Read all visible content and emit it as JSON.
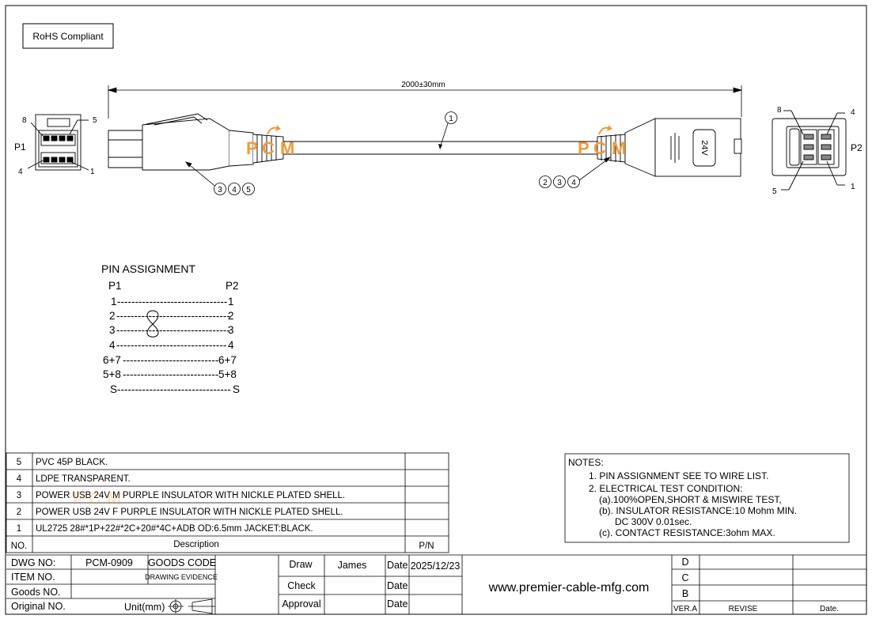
{
  "rohs": "RoHS Compliant",
  "dimension": "2000±30mm",
  "callouts": {
    "c1": "1",
    "c2": "2",
    "c3": "3",
    "c4": "4",
    "c5": "5"
  },
  "connector_p1": {
    "label": "P1",
    "pin_tl": "8",
    "pin_tr": "5",
    "pin_bl": "4",
    "pin_br": "1"
  },
  "connector_p2": {
    "label": "P2",
    "pin_tl": "8",
    "pin_tr": "4",
    "pin_bl": "5",
    "pin_br": "1"
  },
  "housing_label": "24V",
  "logo": {
    "p": "P",
    "c": "C",
    "m": "M"
  },
  "pin_assignment": {
    "title": "PIN  ASSIGNMENT",
    "col_p1": "P1",
    "col_p2": "P2",
    "rows": [
      {
        "left": "1",
        "dashes": "-------------------------------",
        "right": "1"
      },
      {
        "left": "2",
        "dashes": "--------------------------------",
        "right": "2"
      },
      {
        "left": "3",
        "dashes": "--------------------------------",
        "right": "3"
      },
      {
        "left": "4",
        "dashes": "-------------------------------",
        "right": "4"
      },
      {
        "left": "6+7",
        "dashes": "---------------------------",
        "right": "6+7"
      },
      {
        "left": "5+8",
        "dashes": "---------------------------",
        "right": "5+8"
      },
      {
        "left": "S",
        "dashes": "--------------------------------",
        "right": "S"
      }
    ]
  },
  "bom": [
    {
      "no": "5",
      "desc": "PVC 45P BLACK."
    },
    {
      "no": "4",
      "desc": "LDPE TRANSPARENT."
    },
    {
      "no": "3",
      "desc": "POWER USB 24V M PURPLE INSULATOR WITH NICKLE PLATED SHELL."
    },
    {
      "no": "2",
      "desc": "POWER USB 24V F PURPLE INSULATOR WITH NICKLE PLATED SHELL."
    },
    {
      "no": "1",
      "desc": "UL2725 28#*1P+22#*2C+20#*4C+ADB OD:6.5mm JACKET:BLACK."
    }
  ],
  "bom_header": {
    "no": "NO.",
    "desc": "Description",
    "pn": "P/N"
  },
  "notes": {
    "title": "NOTES:",
    "lines": [
      "1. PIN ASSIGNMENT SEE TO WIRE LIST.",
      "2. ELECTRICAL TEST CONDITION:",
      "(a).100%OPEN,SHORT & MISWIRE TEST,",
      "(b). INSULATOR RESISTANCE:10 Mohm MIN.",
      "DC 300V 0.01sec.",
      "(c). CONTACT RESISTANCE:3ohm MAX."
    ]
  },
  "title_block": {
    "dwg_no_label": "DWG NO:",
    "dwg_no": "PCM-0909",
    "goods_code": "GOODS CODE",
    "item_no": "ITEM NO.",
    "drawing_evidence": "DRAWING EVIDENCE",
    "goods_no": "Goods NO.",
    "original_no": "Original NO.",
    "unit": "Unit(mm)",
    "draw": "Draw",
    "drawer": "James",
    "date_label": "Date",
    "date": "2025/12/23",
    "check": "Check",
    "approval": "Approval",
    "website": "www.premier-cable-mfg.com",
    "rev": [
      "D",
      "C",
      "B"
    ],
    "ver": "VER.A",
    "revise": "REVISE",
    "date_col": "Date."
  }
}
